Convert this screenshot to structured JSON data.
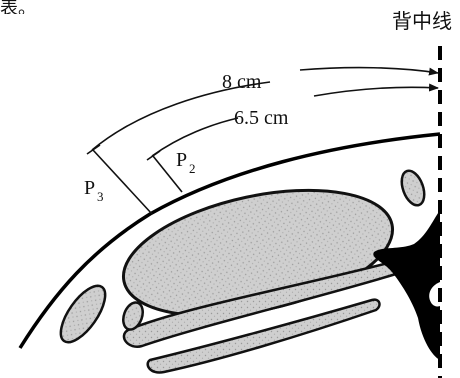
{
  "header_fragment": "表。",
  "labels": {
    "midline": "背中线",
    "dist_outer": "8 cm",
    "dist_inner": "6.5 cm",
    "p2_main": "P",
    "p2_sub": "2",
    "p3_main": "P",
    "p3_sub": "3"
  }
}
